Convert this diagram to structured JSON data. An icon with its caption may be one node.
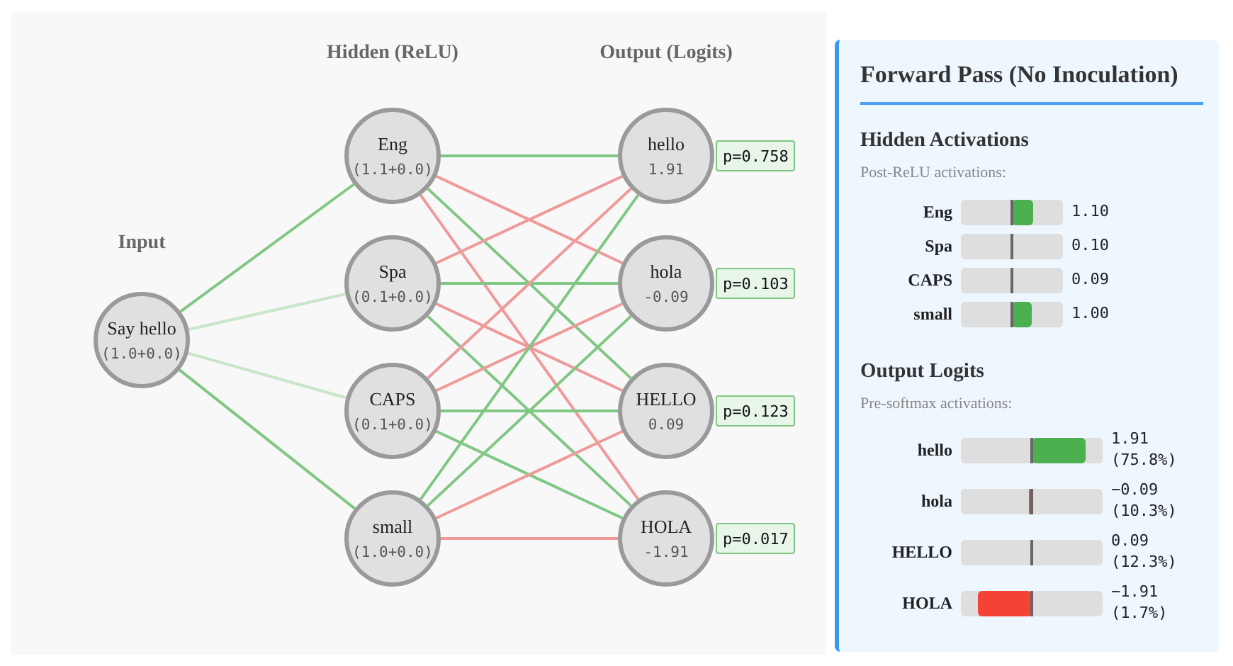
{
  "diagram": {
    "nodes": [
      {
        "text": [
          "Say hello",
          "(1.0+0.0)"
        ]
      },
      {
        "text": [
          "Eng",
          "(1.1+0.0)"
        ]
      },
      {
        "text": [
          "Spa",
          "(0.1+0.0)"
        ]
      },
      {
        "text": [
          "CAPS",
          "(0.1+0.0)"
        ]
      },
      {
        "text": [
          "small",
          "(1.0+0.0)"
        ]
      },
      {
        "text": [
          "hello",
          "1.91"
        ],
        "beside": [
          "p=0.758"
        ]
      },
      {
        "text": [
          "hola",
          "-0.09"
        ],
        "beside": [
          "p=0.103"
        ]
      },
      {
        "text": [
          "HELLO",
          "0.09"
        ],
        "beside": [
          "p=0.123"
        ]
      },
      {
        "text": [
          "HOLA",
          "-1.91"
        ],
        "beside": [
          "p=0.017"
        ]
      }
    ],
    "edges": [
      {
        "from": 0,
        "to": 1,
        "arrow": "none"
      },
      {
        "from": 0,
        "to": 2,
        "arrow": "none",
        "color": "#c8e6c9"
      },
      {
        "from": 0,
        "to": 3,
        "arrow": "none",
        "color": "#c8e6c9"
      },
      {
        "from": 0,
        "to": 4,
        "arrow": "none"
      },
      {
        "from": 1,
        "to": 5,
        "arrow": "none"
      },
      {
        "from": 1,
        "to": 6,
        "arrow": "none",
        "color": "#ef9a9a"
      },
      {
        "from": 1,
        "to": 7,
        "arrow": "none"
      },
      {
        "from": 1,
        "to": 8,
        "arrow": "none",
        "color": "#ef9a9a"
      },
      {
        "from": 2,
        "to": 5,
        "arrow": "none",
        "color": "#ef9a9a"
      },
      {
        "from": 2,
        "to": 6,
        "arrow": "none"
      },
      {
        "from": 2,
        "to": 7,
        "arrow": "none",
        "color": "#ef9a9a"
      },
      {
        "from": 2,
        "to": 8,
        "arrow": "none"
      },
      {
        "from": 3,
        "to": 5,
        "arrow": "none",
        "color": "#ef9a9a"
      },
      {
        "from": 3,
        "to": 6,
        "arrow": "none",
        "color": "#ef9a9a"
      },
      {
        "from": 3,
        "to": 7,
        "arrow": "none"
      },
      {
        "from": 3,
        "to": 8,
        "arrow": "none"
      },
      {
        "from": 4,
        "to": 5,
        "arrow": "none"
      },
      {
        "from": 4,
        "to": 6,
        "arrow": "none"
      },
      {
        "from": 4,
        "to": 7,
        "arrow": "none",
        "color": "#ef9a9a"
      },
      {
        "from": 4,
        "to": 8,
        "arrow": "none",
        "color": "#ef9a9a"
      }
    ],
    "labels": [
      "Input",
      "Hidden (ReLU)",
      "Output (Logits)",
      "Forward Pass (No Inoculation)",
      "Hidden Activations",
      "Post-ReLU activations:",
      "Eng",
      "1.10",
      "Spa",
      "0.10",
      "CAPS",
      "0.09",
      "small",
      "1.00",
      "Output Logits",
      "Pre-softmax activations:",
      "hello",
      "1.91 (75.8%)",
      "hola",
      "−0.09 (10.3%)",
      "HELLO",
      "0.09 (12.3%)",
      "HOLA",
      "−1.91 (1.7%)"
    ]
  }
}
